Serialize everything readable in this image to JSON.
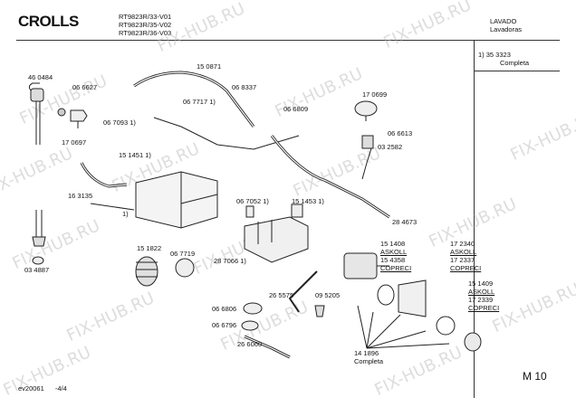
{
  "header": {
    "brand": "CROLLS",
    "models": [
      "RT9823R/33-V01",
      "RT9823R/35-V02",
      "RT9823R/36-V03"
    ],
    "category": "LAVADO",
    "category_sub": "Lavadoras"
  },
  "note": {
    "line1": "1)  35 3323",
    "line2": "Completa"
  },
  "footer": {
    "doc_code": "ev20061",
    "page": "-4/4",
    "section": "M 10"
  },
  "watermark": "FIX-HUB.RU",
  "parts": {
    "p460484": "46 0484",
    "p066627": "06 6627",
    "p170697": "17 0697",
    "p150871": "15 0871",
    "p068337": "06 8337",
    "p0677171": "06 7717 1)",
    "p0670931": "06 7093 1)",
    "p066809": "06 6809",
    "p1514511": "15 1451 1)",
    "p163135": "16 3135",
    "p1": "1)",
    "p034887": "03 4887",
    "p170699": "17 0699",
    "p066613": "06 6613",
    "p032582": "03 2582",
    "p284673": "28 4673",
    "p0670521": "06 7052 1)",
    "p1514531": "15 1453 1)",
    "p151822": "15 1822",
    "p067719": "06 7719",
    "p2870661": "28 7066 1)",
    "p151408": "15 1408",
    "askoll1": "ASKOLL",
    "p154358": "15 4358",
    "copreci1": "COPRECI",
    "p172340": "17 2340",
    "askoll2": "ASKOLL",
    "p172337": "17 2337",
    "copreci2": "COPRECI",
    "p151409": "15 1409",
    "askoll3": "ASKOLL",
    "p172339": "17 2339",
    "copreci3": "COPRECI",
    "p265575": "26 5575",
    "p095205": "09 5205",
    "p066806": "06 6806",
    "p066796": "06 6796",
    "p266060": "26 6060",
    "p141896": "14 1896",
    "completa": "Completa"
  }
}
